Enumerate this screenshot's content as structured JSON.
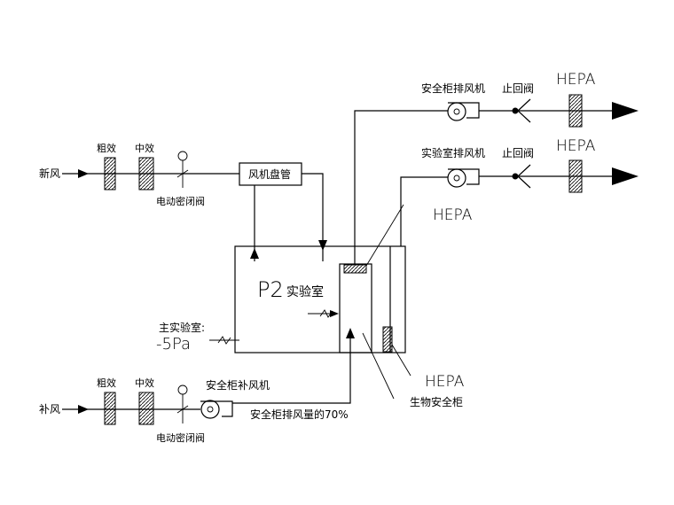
{
  "labels": {
    "fresh_air": "新风",
    "make_up_air": "补风",
    "coarse_filter": "粗效",
    "medium_filter": "中效",
    "motorized_damper": "电动密闭阀",
    "fan_coil": "风机盘管",
    "cabinet_exhaust_fan": "安全柜排风机",
    "lab_exhaust_fan": "实验室排风机",
    "check_valve": "止回阀",
    "hepa": "HEPA",
    "room_p2": "P2",
    "room_name": "实验室",
    "main_lab": "主实验室:",
    "pressure": "-5Pa",
    "cabinet_makeup_fan": "安全柜补风机",
    "makeup_ratio": "安全柜排风量的70%",
    "bio_safety_cabinet": "生物安全柜"
  },
  "colors": {
    "line": "#000000",
    "background": "#ffffff"
  }
}
